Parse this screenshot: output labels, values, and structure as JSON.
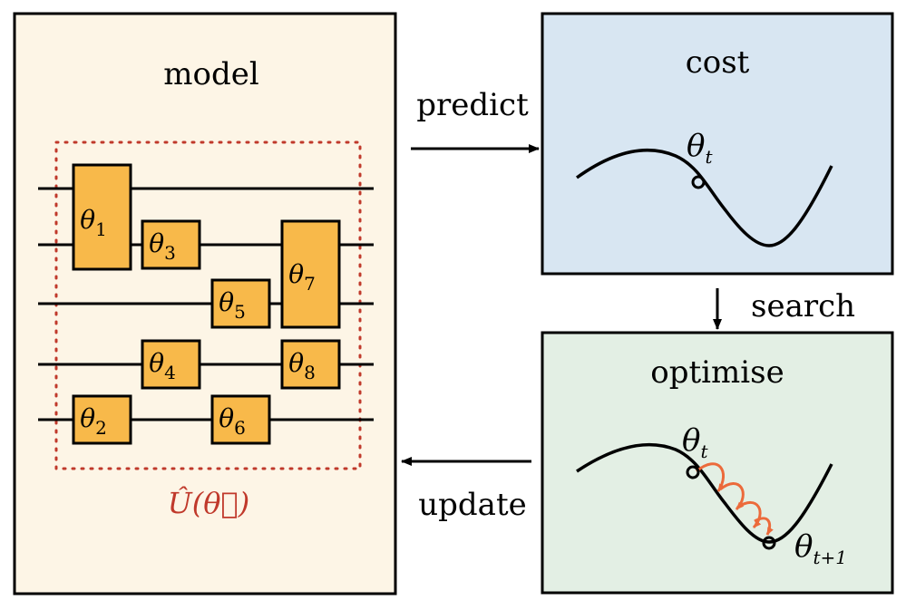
{
  "panels": {
    "model": {
      "title": "model",
      "circuit_label": "Û(θ⃗)",
      "fill": "#fdf5e6",
      "dotted_color": "#c0392b"
    },
    "cost": {
      "title": "cost",
      "point_label": "θ",
      "point_sub": "t",
      "fill": "#d8e6f2"
    },
    "optimise": {
      "title": "optimise",
      "start_label": "θ",
      "start_sub": "t",
      "end_label": "θ",
      "end_sub": "t+1",
      "fill": "#e3efe4",
      "hop_color": "#ec6a3b"
    }
  },
  "arrows": {
    "predict": "predict",
    "search": "search",
    "update": "update"
  },
  "gates": [
    {
      "name": "θ",
      "sub": "1"
    },
    {
      "name": "θ",
      "sub": "2"
    },
    {
      "name": "θ",
      "sub": "3"
    },
    {
      "name": "θ",
      "sub": "4"
    },
    {
      "name": "θ",
      "sub": "5"
    },
    {
      "name": "θ",
      "sub": "6"
    },
    {
      "name": "θ",
      "sub": "7"
    },
    {
      "name": "θ",
      "sub": "8"
    }
  ],
  "colors": {
    "gate_fill": "#f8b94a",
    "stroke": "#000000"
  }
}
